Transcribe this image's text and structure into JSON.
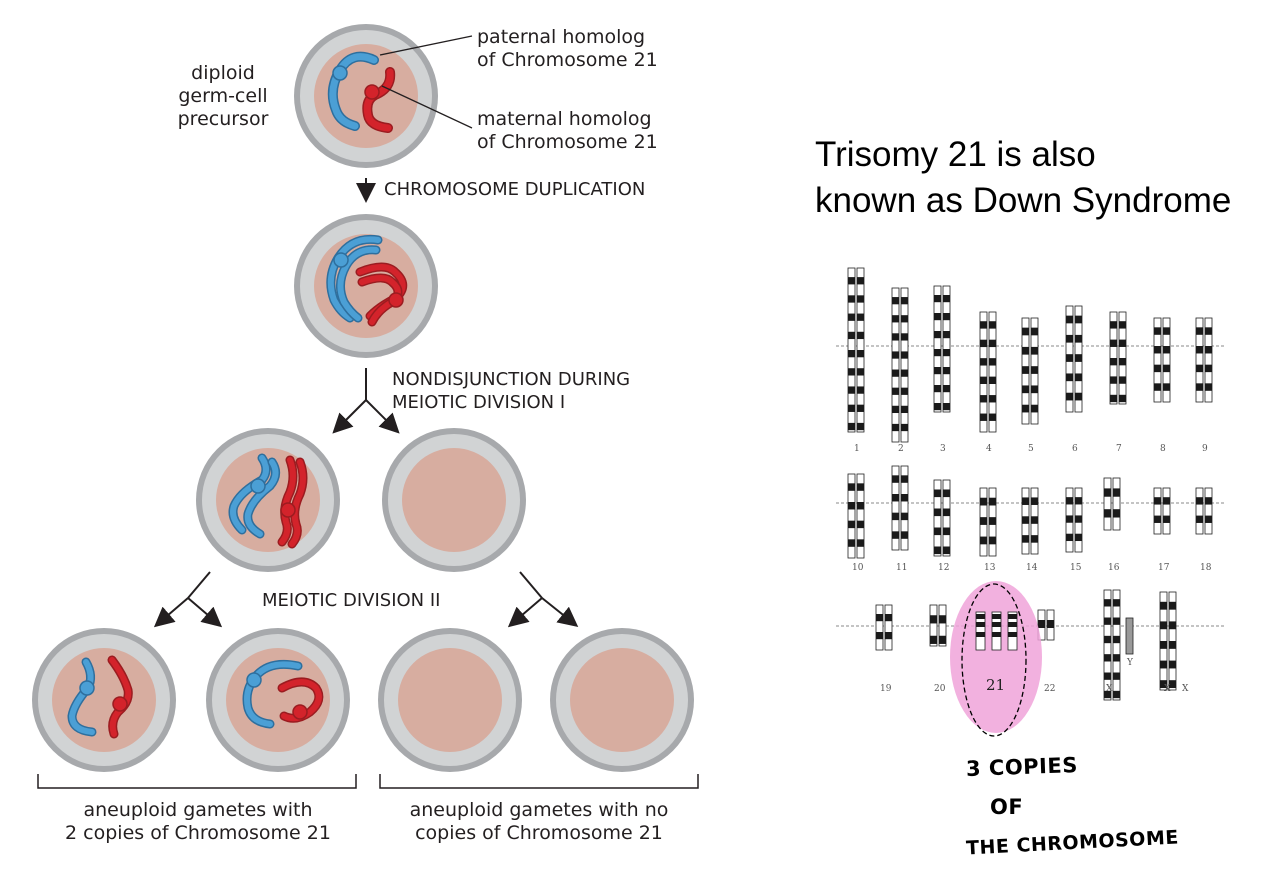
{
  "diagram": {
    "labels": {
      "diploid_precursor": "diploid\ngerm-cell\nprecursor",
      "paternal": "paternal homolog\nof Chromosome 21",
      "maternal": "maternal homolog\nof Chromosome 21",
      "duplication": "CHROMOSOME DUPLICATION",
      "nondisjunction": "NONDISJUNCTION DURING\nMEIOTIC DIVISION I",
      "meiotic_ii": "MEIOTIC DIVISION II",
      "gametes_two": "aneuploid gametes with\n2 copies of Chromosome 21",
      "gametes_none": "aneuploid gametes with no\ncopies of Chromosome 21"
    },
    "colors": {
      "paternal": "#4b9fd5",
      "maternal": "#d3232b",
      "cell_outer": "#a7a9ac",
      "cell_ring": "#d1d3d4",
      "nucleus": "#d7ada0",
      "highlight": "#f0a3d9"
    }
  },
  "karyotype": {
    "heading": "Trisomy 21 is also\nknown as Down Syndrome",
    "row1_numbers": [
      "1",
      "2",
      "3",
      "4",
      "5",
      "6",
      "7",
      "8",
      "9"
    ],
    "row2_numbers": [
      "10",
      "11",
      "12",
      "13",
      "14",
      "15",
      "16",
      "17",
      "18"
    ],
    "row3_numbers": [
      "19",
      "20",
      "21",
      "22",
      "X",
      "X",
      "X"
    ],
    "y_label": "Y",
    "highlight_label": "21",
    "annotation": [
      "3 COPIES",
      "OF",
      "THE CHROMOSOME"
    ]
  }
}
